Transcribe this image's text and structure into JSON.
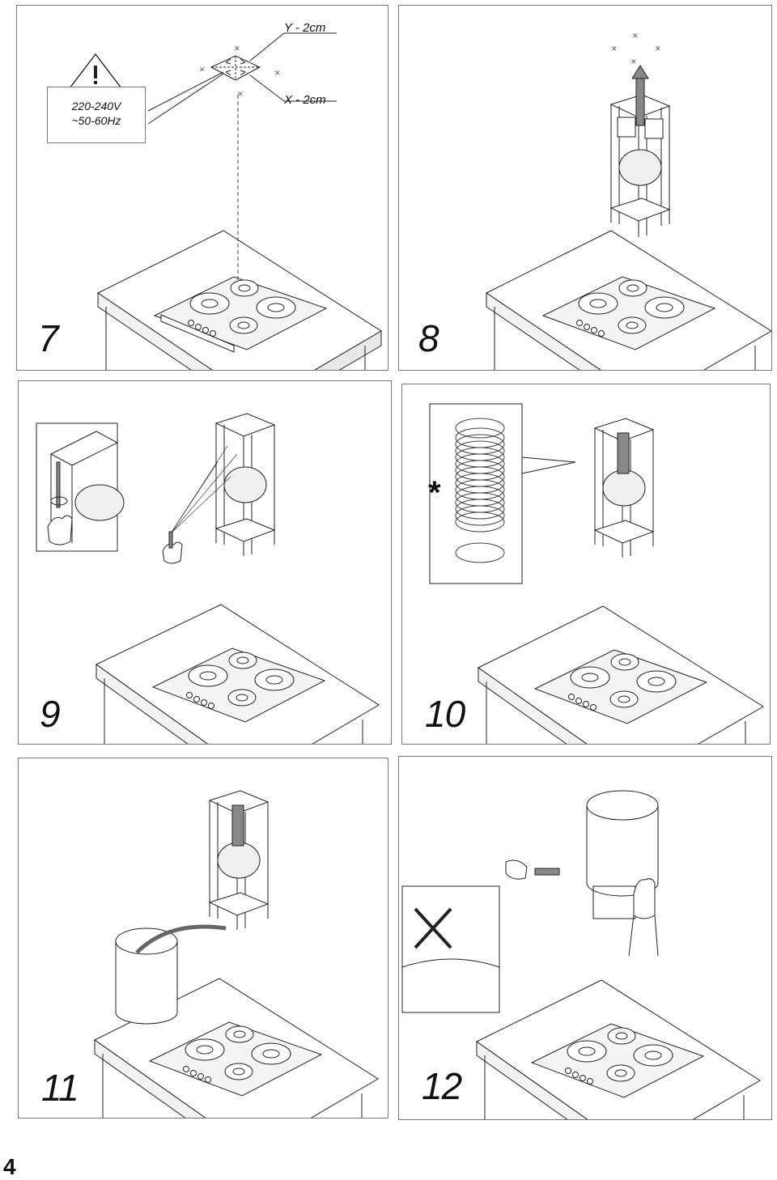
{
  "page": {
    "number": "4"
  },
  "steps": [
    {
      "number": "7"
    },
    {
      "number": "8"
    },
    {
      "number": "9"
    },
    {
      "number": "10"
    },
    {
      "number": "11"
    },
    {
      "number": "12"
    }
  ],
  "step7": {
    "voltage_line1": "220-240V",
    "voltage_line2": "~50-60Hz",
    "dim_y": "Y - 2cm",
    "dim_x": "X - 2cm"
  },
  "step10": {
    "optional_mark": "*"
  },
  "icons": [
    "warning-triangle-icon",
    "hand-icon",
    "drill-icon",
    "screwdriver-icon",
    "cross-icon",
    "arrow-up-icon"
  ]
}
